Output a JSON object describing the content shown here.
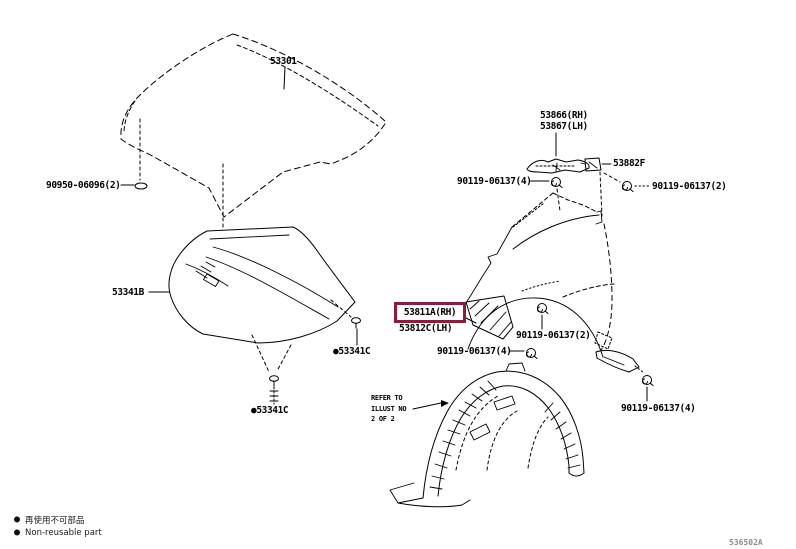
{
  "diagram": {
    "callouts": {
      "hood": "53301",
      "hood_clip": "90950-06096(2)",
      "hood_insulator": "53341B",
      "insulator_clip_right": {
        "bullet": "●",
        "number": "53341C"
      },
      "insulator_clip_bottom": {
        "bullet": "●",
        "number": "53341C"
      },
      "hinge_rh": "53866(RH)",
      "hinge_lh": "53867(LH)",
      "cowl_clip": "53882F",
      "hinge_bolt": "90119-06137(4)",
      "cowl_bolt": "90119-06137(2)",
      "seal_rh": "53811A(RH)",
      "seal_lh": "53812C(LH)",
      "fender_bolt_upper": "90119-06137(2)",
      "fender_bolt_front": "90119-06137(4)",
      "fender_bolt_rear": "90119-06137(4)"
    },
    "note": {
      "line1": "REFER TO",
      "line2": "ILLUST NO",
      "line3": "2 OF 2"
    },
    "legend": [
      {
        "bullet": "●",
        "text": "再使用不可部品"
      },
      {
        "bullet": "●",
        "text": "Non-reusable part"
      }
    ],
    "illustration_code": "536502A",
    "colors": {
      "highlight": "#8e1a3c",
      "line": "#000000"
    }
  }
}
